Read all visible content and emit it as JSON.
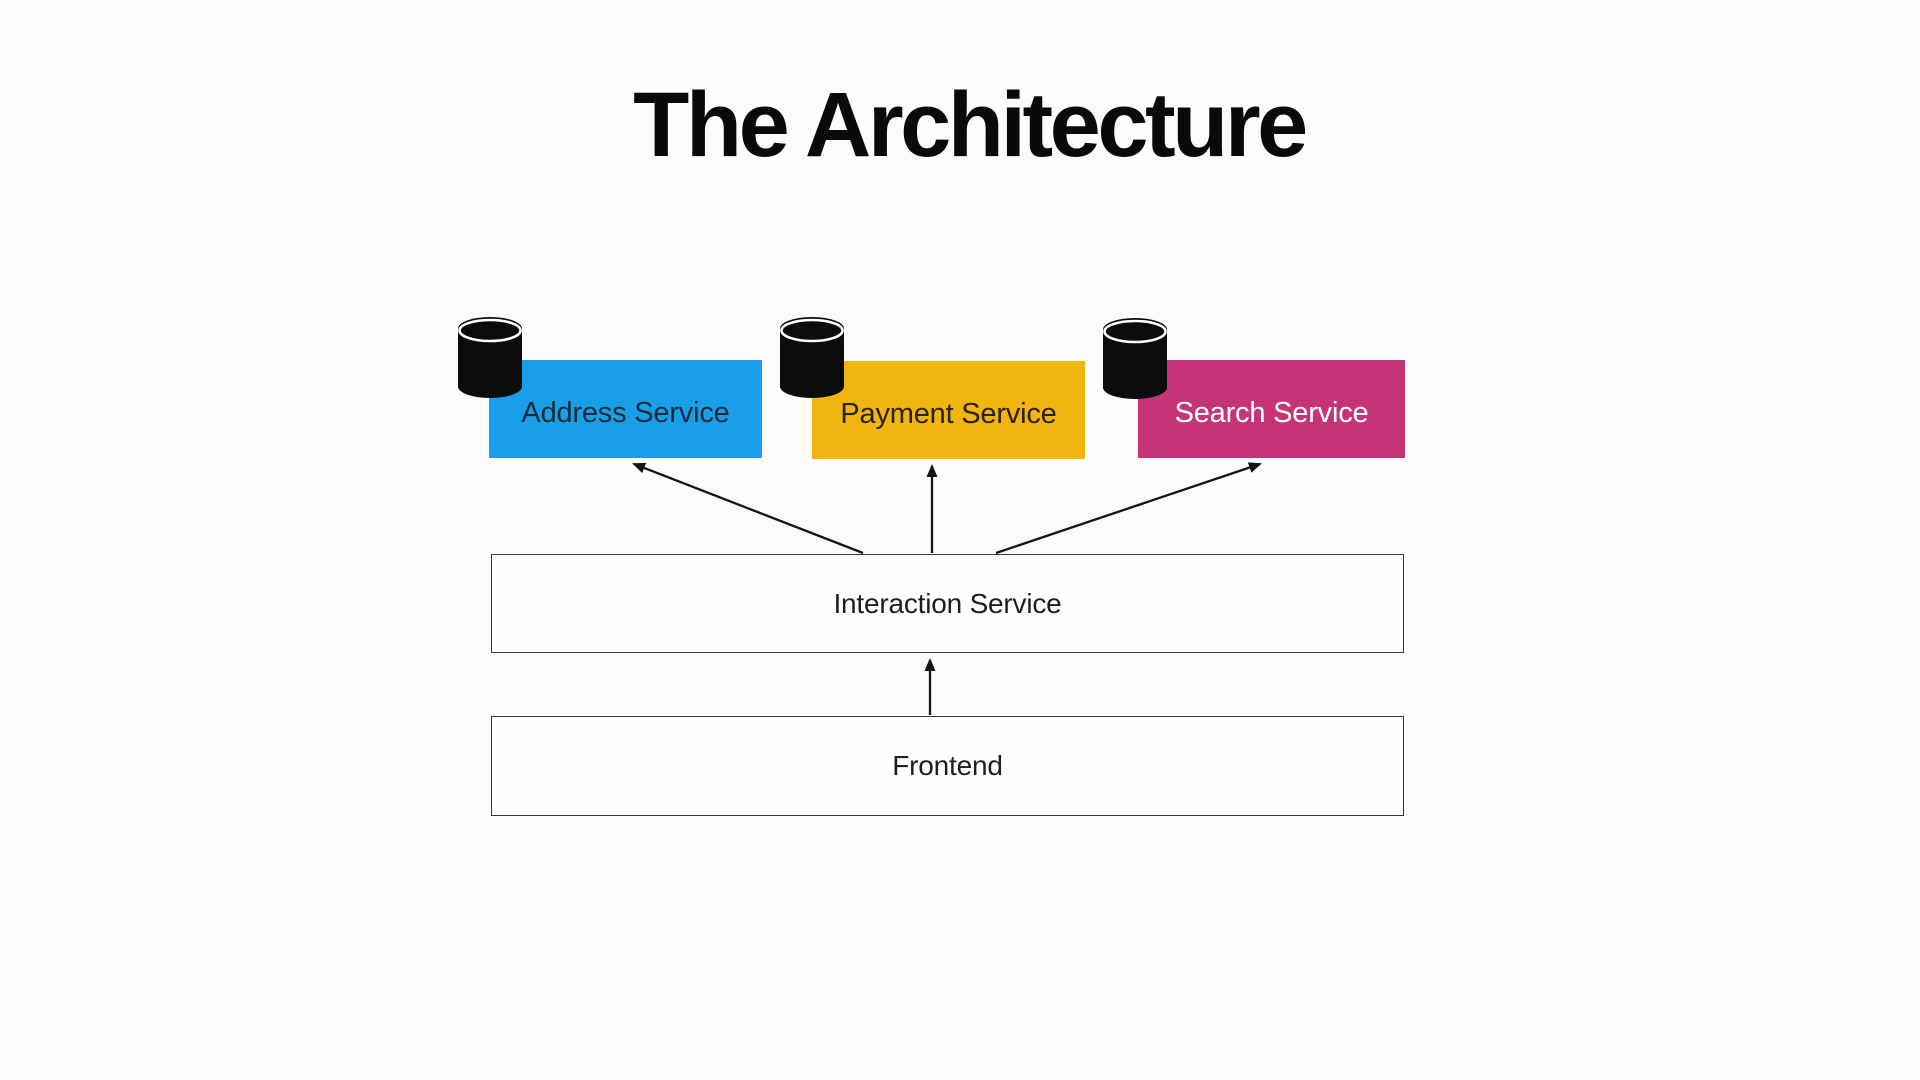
{
  "page": {
    "title": "The Architecture",
    "background_color": "#FCFBF9"
  },
  "diagram": {
    "services": [
      {
        "label": "Address Service",
        "color": "#189FE8",
        "text_color": "#1B2B3A",
        "icon": "database-cylinder-icon"
      },
      {
        "label": "Payment Service",
        "color": "#F1B50F",
        "text_color": "#2B2212",
        "icon": "database-cylinder-icon"
      },
      {
        "label": "Search Service",
        "color": "#C53477",
        "text_color": "#FFFFFF",
        "icon": "database-cylinder-icon"
      }
    ],
    "interaction_box": {
      "label": "Interaction Service",
      "fill": "#FEFEFE",
      "border_color": "#3A3A3A",
      "text_color": "#1E1E1E"
    },
    "frontend_box": {
      "label": "Frontend",
      "fill": "#FEFEFE",
      "border_color": "#3A3A3A",
      "text_color": "#1E1E1E"
    },
    "database_icon": {
      "body_color": "#0C0C0C",
      "ring_color": "#FFFFFF"
    },
    "arrow_color": "#141414",
    "connections": [
      {
        "from": "Interaction Service",
        "to": "Address Service"
      },
      {
        "from": "Interaction Service",
        "to": "Payment Service"
      },
      {
        "from": "Interaction Service",
        "to": "Search Service"
      },
      {
        "from": "Frontend",
        "to": "Interaction Service"
      }
    ]
  }
}
